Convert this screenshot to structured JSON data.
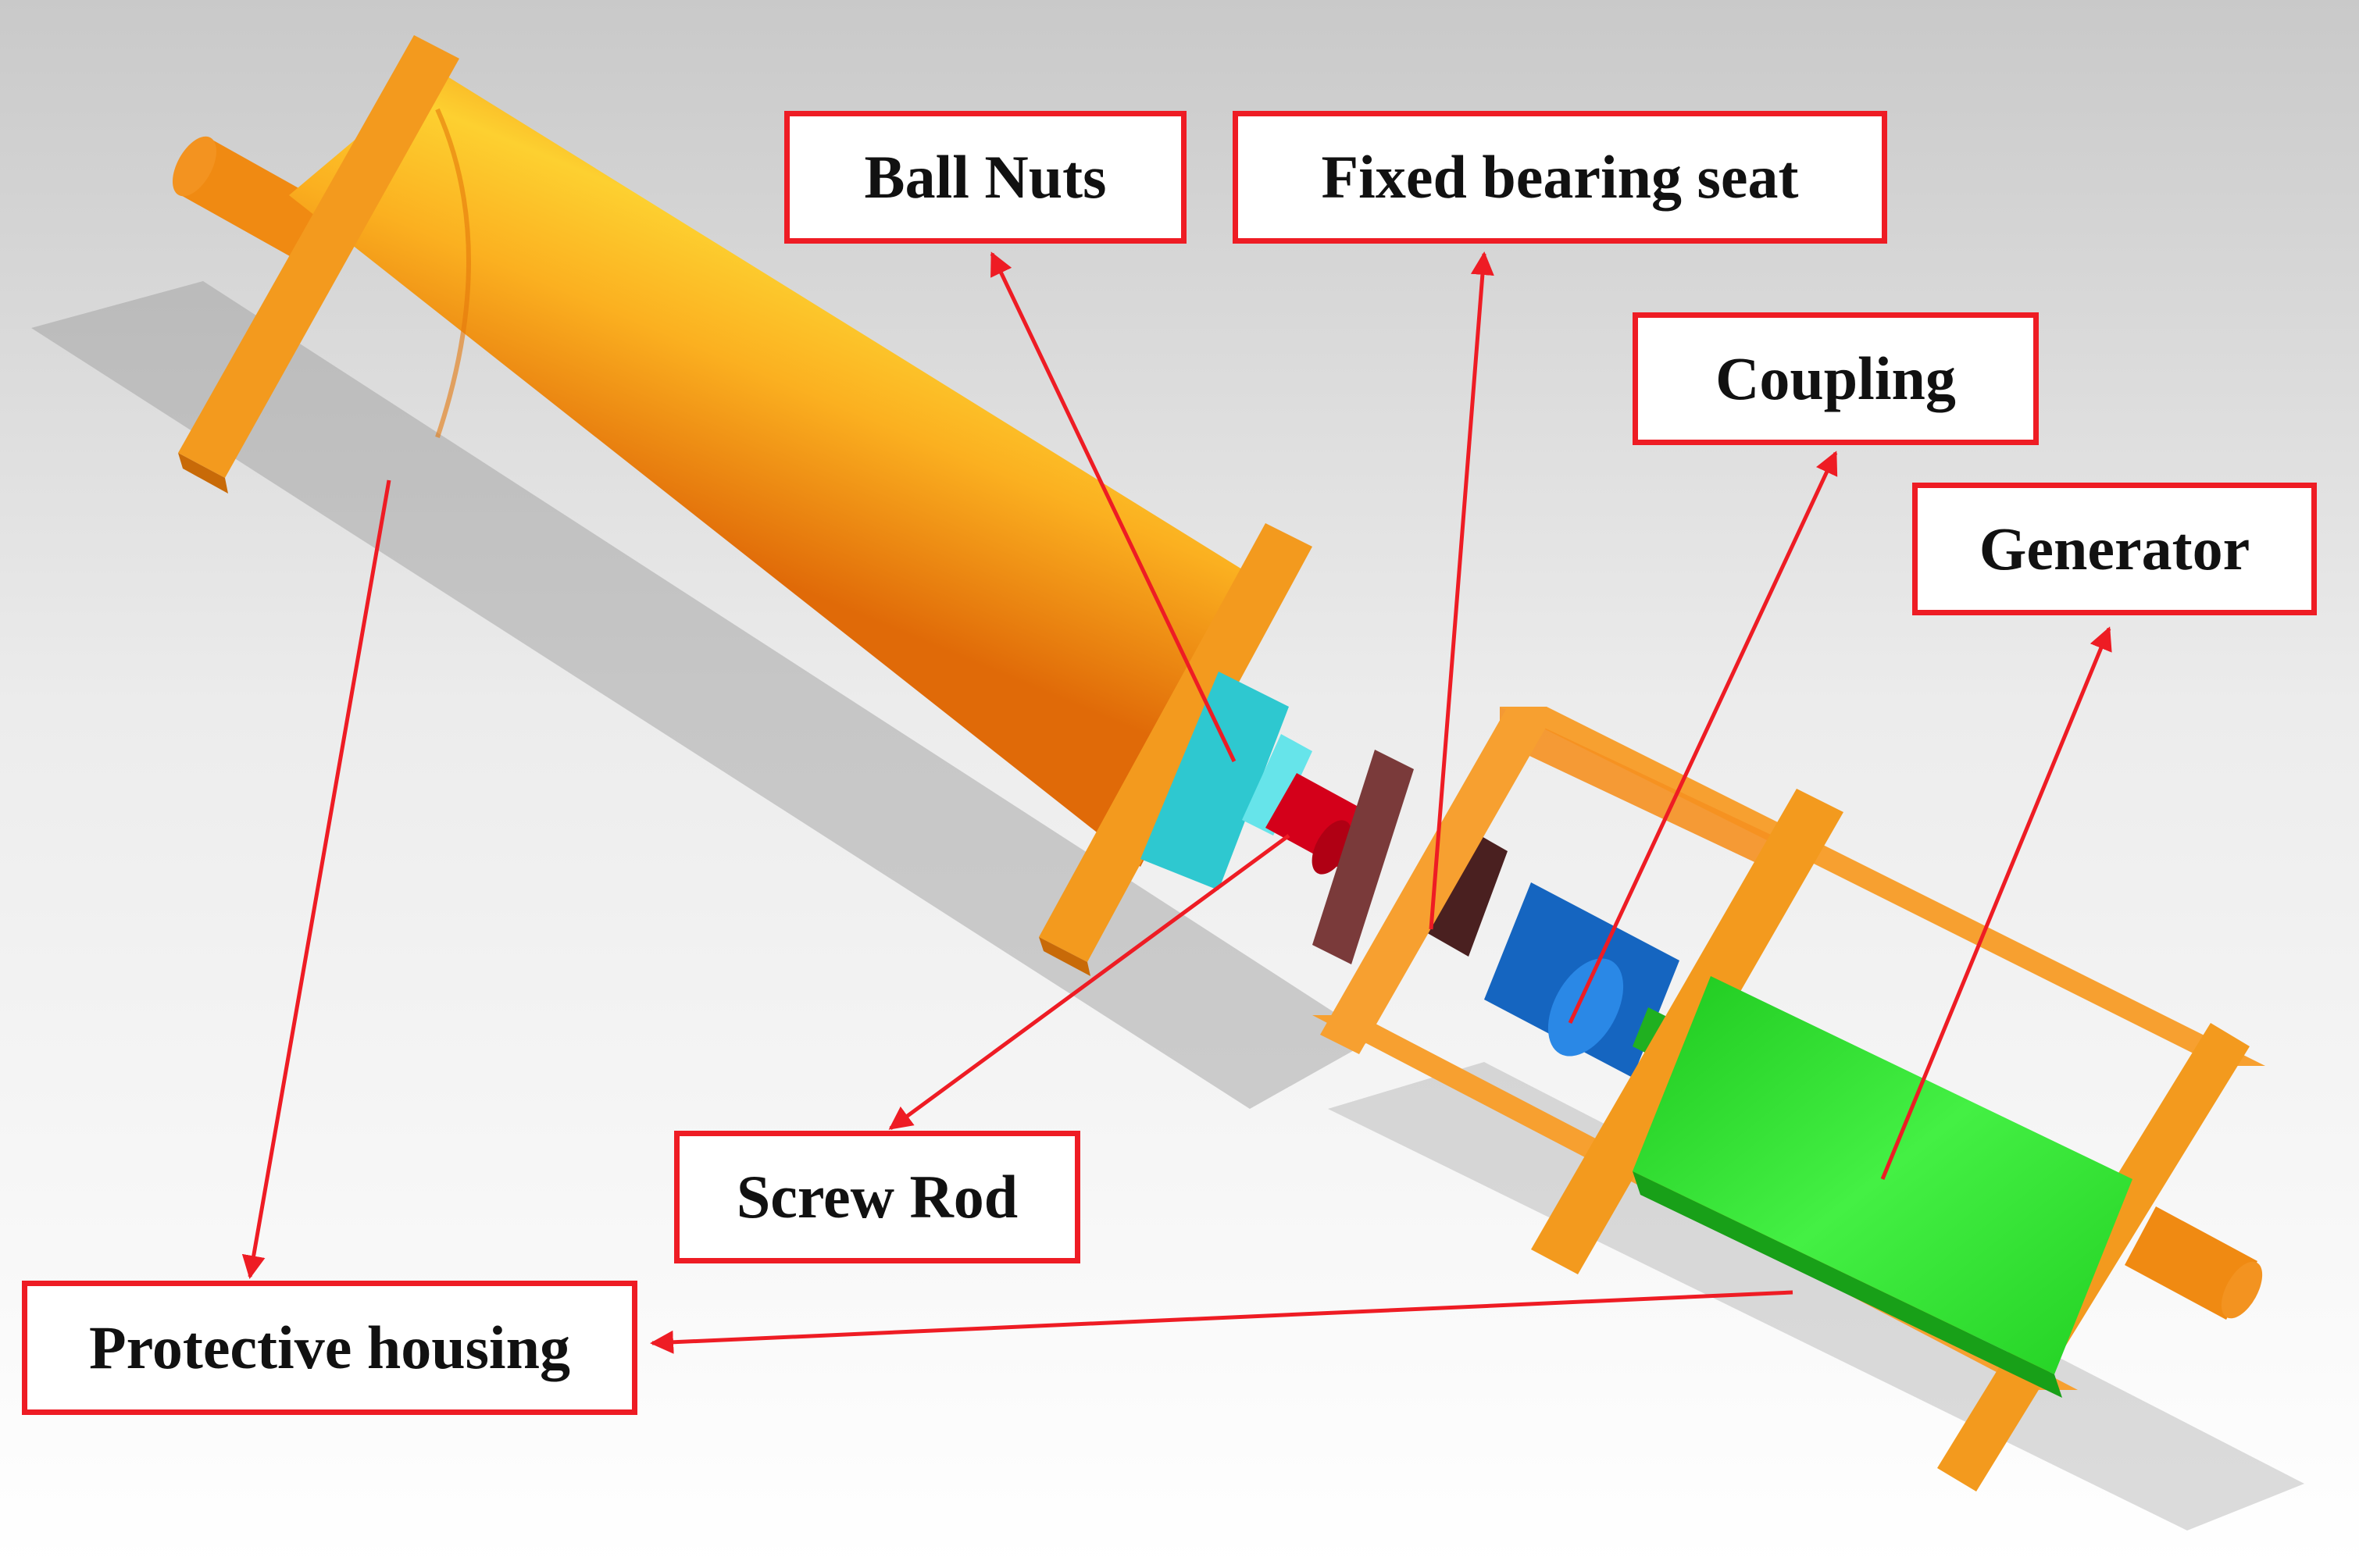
{
  "figure": {
    "labels": {
      "ball_nuts": "Ball Nuts",
      "fixed_bearing_seat": "Fixed bearing seat",
      "coupling": "Coupling",
      "generator": "Generator",
      "screw_rod": "Screw Rod",
      "protective_housing": "Protective housing"
    },
    "colors": {
      "callout_border": "#ee1c24",
      "leader_line": "#ee1c24",
      "housing_orange": "#f7941d",
      "ball_nut_cyan": "#3fd6dc",
      "screw_rod_red": "#d4001a",
      "bearing_seat_brown": "#7a3a3a",
      "coupling_blue": "#1565c0",
      "generator_green": "#2ee02e"
    }
  }
}
